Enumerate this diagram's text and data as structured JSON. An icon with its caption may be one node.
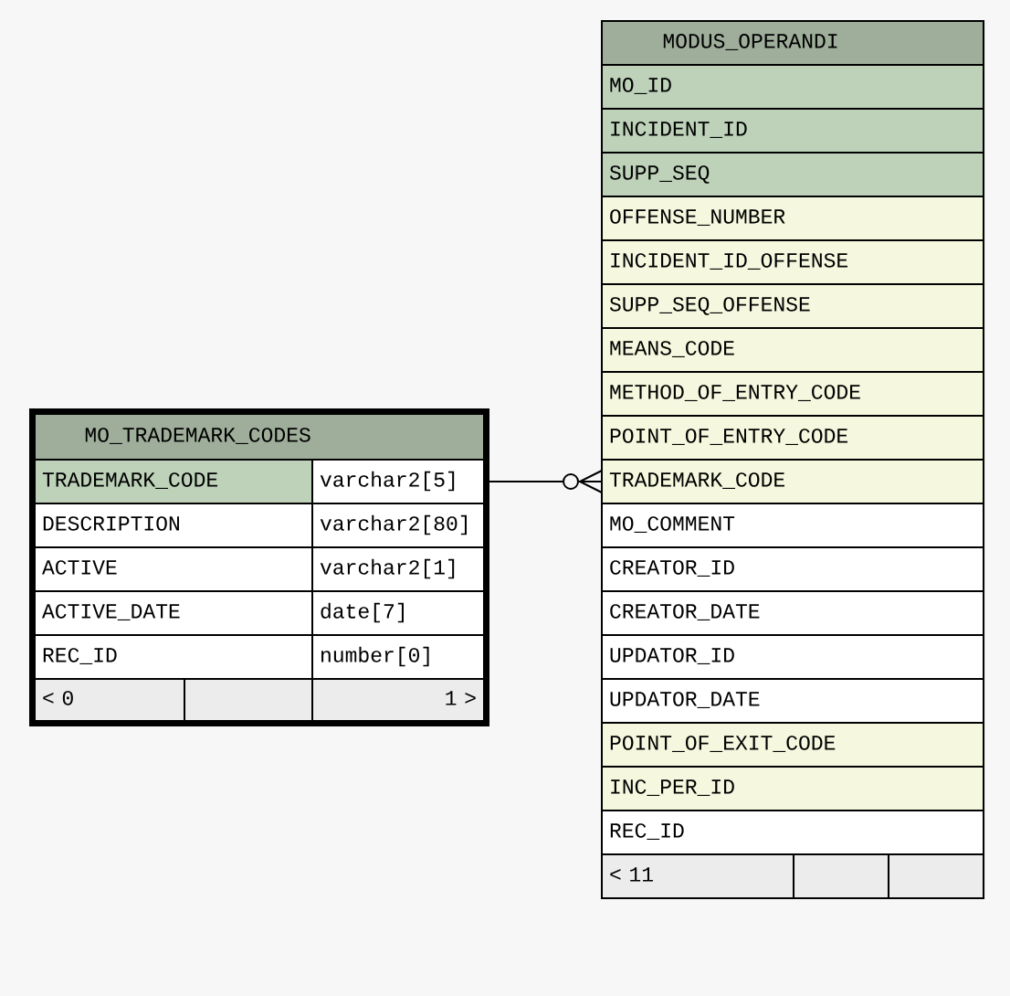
{
  "diagram": {
    "nodes": [
      {
        "text": [
          "MO_TRADEMARK_CODES"
        ]
      },
      {
        "text": [
          "TRADEMARK_CODE"
        ],
        "in": 0
      },
      {
        "text": [
          "varchar2[5]"
        ],
        "in": 0
      },
      {
        "text": [
          "DESCRIPTION"
        ],
        "in": 0
      },
      {
        "text": [
          "varchar2[80]"
        ],
        "in": 0
      },
      {
        "text": [
          "ACTIVE"
        ],
        "in": 0
      },
      {
        "text": [
          "varchar2[1]"
        ],
        "in": 0
      },
      {
        "text": [
          "ACTIVE_DATE"
        ],
        "in": 0
      },
      {
        "text": [
          "date[7]"
        ],
        "in": 0
      },
      {
        "text": [
          "REC_ID"
        ],
        "in": 0
      },
      {
        "text": [
          "number[0]"
        ],
        "in": 0
      },
      {
        "text": [
          "< 0"
        ],
        "in": 0
      },
      {
        "text": [],
        "shape": "box",
        "in": 0
      },
      {
        "text": [
          "1 >"
        ],
        "in": 0
      },
      {
        "text": [
          "MODUS_OPERANDI"
        ]
      },
      {
        "text": [
          "MO_ID"
        ],
        "in": 14
      },
      {
        "text": [
          "INCIDENT_ID"
        ],
        "in": 14
      },
      {
        "text": [
          "SUPP_SEQ"
        ],
        "in": 14
      },
      {
        "text": [
          "OFFENSE_NUMBER"
        ],
        "in": 14
      },
      {
        "text": [
          "INCIDENT_ID_OFFENSE"
        ],
        "in": 14
      },
      {
        "text": [
          "SUPP_SEQ_OFFENSE"
        ],
        "in": 14
      },
      {
        "text": [
          "MEANS_CODE"
        ],
        "in": 14
      },
      {
        "text": [
          "METHOD_OF_ENTRY_CODE"
        ],
        "in": 14
      },
      {
        "text": [
          "POINT_OF_ENTRY_CODE"
        ],
        "in": 14
      },
      {
        "text": [
          "TRADEMARK_CODE"
        ],
        "in": 14
      },
      {
        "text": [
          "MO_COMMENT"
        ],
        "in": 14
      },
      {
        "text": [
          "CREATOR_ID"
        ],
        "in": 14
      },
      {
        "text": [
          "CREATOR_DATE"
        ],
        "in": 14
      },
      {
        "text": [
          "UPDATOR_ID"
        ],
        "in": 14
      },
      {
        "text": [
          "UPDATOR_DATE"
        ],
        "in": 14
      },
      {
        "text": [
          "POINT_OF_EXIT_CODE"
        ],
        "in": 14
      },
      {
        "text": [
          "INC_PER_ID"
        ],
        "in": 14
      },
      {
        "text": [
          "REC_ID"
        ],
        "in": 14
      },
      {
        "text": [
          "< 11"
        ],
        "in": 14
      },
      {
        "text": [],
        "shape": "box",
        "in": 14
      },
      {
        "text": [],
        "shape": "box",
        "in": 14
      }
    ],
    "edges": [
      {
        "from": 2,
        "to": 24,
        "arrow": "other"
      }
    ]
  }
}
